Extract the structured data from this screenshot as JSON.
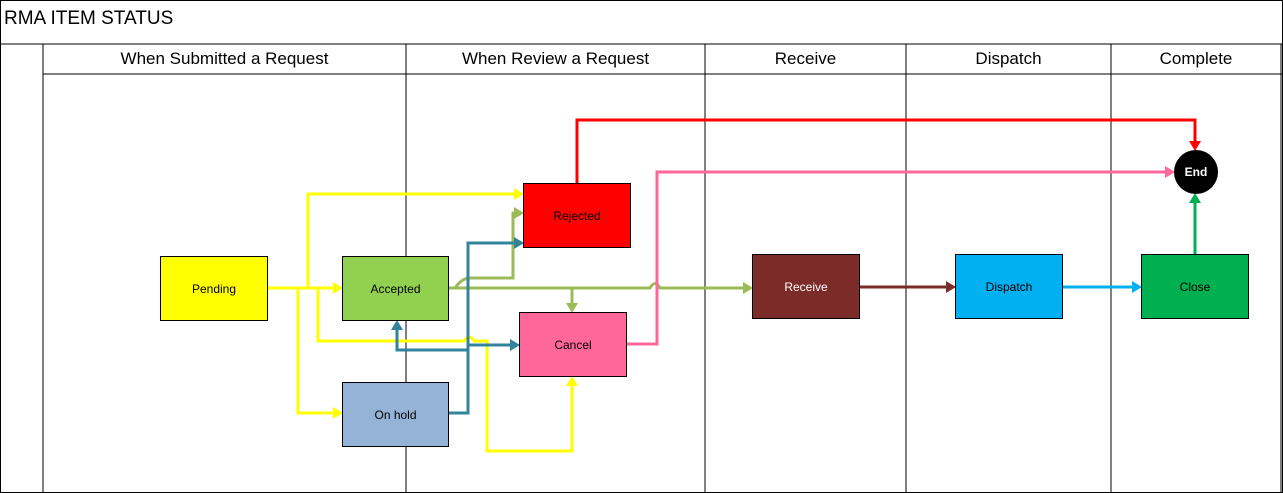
{
  "title": "RMA ITEM STATUS",
  "lanes": [
    {
      "label": "When Submitted a Request"
    },
    {
      "label": "When Review a Request"
    },
    {
      "label": "Receive"
    },
    {
      "label": "Dispatch"
    },
    {
      "label": "Complete"
    }
  ],
  "nodes": {
    "pending": {
      "label": "Pending",
      "color": "#FFFF00",
      "text_color": "#000000"
    },
    "accepted": {
      "label": "Accepted",
      "color": "#92D050",
      "text_color": "#000000"
    },
    "onhold": {
      "label": "On hold",
      "color": "#95B3D7",
      "text_color": "#000000"
    },
    "rejected": {
      "label": "Rejected",
      "color": "#FF0000",
      "text_color": "#000000"
    },
    "cancel": {
      "label": "Cancel",
      "color": "#FF6699",
      "text_color": "#000000"
    },
    "receive": {
      "label": "Receive",
      "color": "#7B2C28",
      "text_color": "#FFFFFF"
    },
    "dispatch": {
      "label": "Dispatch",
      "color": "#00B0F0",
      "text_color": "#000000"
    },
    "close": {
      "label": "Close",
      "color": "#00B050",
      "text_color": "#000000"
    },
    "end": {
      "label": "End",
      "color": "#000000",
      "text_color": "#FFFFFF"
    }
  },
  "connector_colors": {
    "pending": "#FFFF00",
    "accepted": "#9BBB59",
    "onhold": "#31849B",
    "rejected": "#FF0000",
    "cancel": "#FF6699",
    "receive": "#7B2C28",
    "dispatch": "#00B0F0",
    "close": "#00B050"
  }
}
